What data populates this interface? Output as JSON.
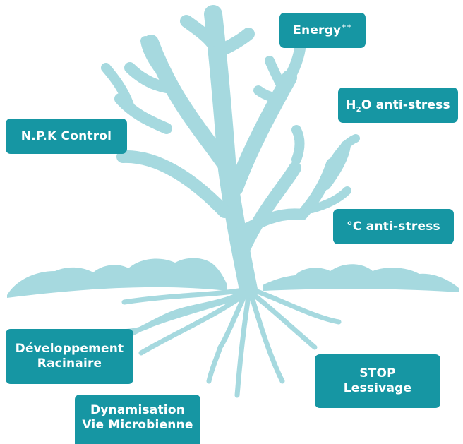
{
  "colors": {
    "tree": "#a6d9df",
    "label_background": "#1696a3",
    "label_text": "#ffffff"
  },
  "labels": {
    "energy": {
      "text": "Energy",
      "sup": "++"
    },
    "h2o": {
      "pre": "H",
      "sub": "2",
      "post": "O anti-stress"
    },
    "npk": {
      "text": "N.P.K Control"
    },
    "temperature": {
      "text": "°C anti-stress"
    },
    "roots": {
      "line1": "Développement",
      "line2": "Racinaire"
    },
    "stop": {
      "line1": "STOP",
      "line2": "Lessivage"
    },
    "microbial": {
      "line1": "Dynamisation",
      "line2": "Vie Microbienne"
    }
  }
}
